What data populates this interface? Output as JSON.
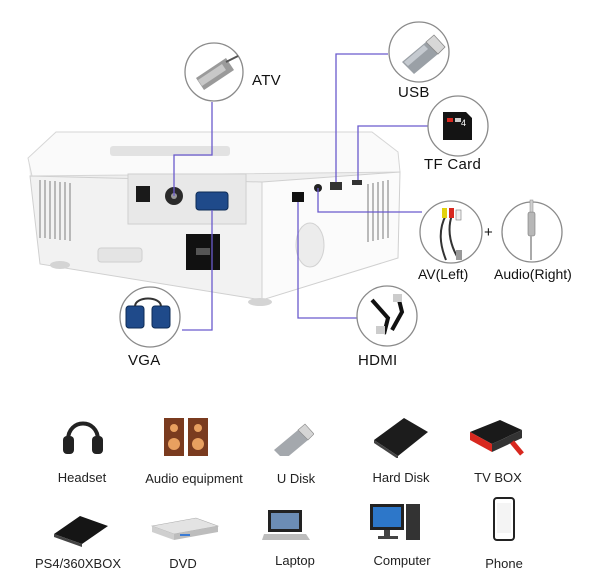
{
  "ports": {
    "atv": "ATV",
    "usb": "USB",
    "tf_card": "TF Card",
    "av_left": "AV(Left)",
    "plus": "+",
    "audio_right": "Audio(Right)",
    "vga": "VGA",
    "hdmi": "HDMI",
    "tf_card_chip": "4"
  },
  "devices": [
    {
      "id": "headset",
      "label": "Headset"
    },
    {
      "id": "audio-equipment",
      "label": "Audio equipment"
    },
    {
      "id": "u-disk",
      "label": "U Disk"
    },
    {
      "id": "hard-disk",
      "label": "Hard Disk"
    },
    {
      "id": "tv-box",
      "label": "TV BOX"
    },
    {
      "id": "ps4",
      "label": "PS4/360XBOX"
    },
    {
      "id": "dvd",
      "label": "DVD"
    },
    {
      "id": "laptop",
      "label": "Laptop"
    },
    {
      "id": "computer",
      "label": "Computer"
    },
    {
      "id": "phone",
      "label": "Phone"
    }
  ],
  "colors": {
    "connector_line": "#6a5acd",
    "body": "#f4f4f4",
    "accent_red": "#d8281f"
  }
}
